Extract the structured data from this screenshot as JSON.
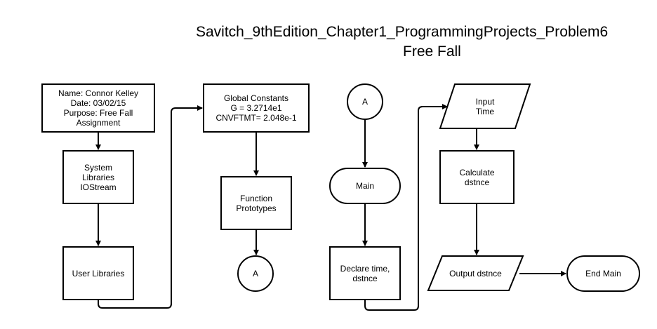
{
  "title": {
    "line1": "Savitch_9thEdition_Chapter1_ProgrammingProjects_Problem6",
    "line2": "Free Fall"
  },
  "nodes": {
    "header": {
      "lines": [
        "Name: Connor Kelley",
        "Date: 03/02/15",
        "Purpose: Free Fall",
        "Assignment"
      ]
    },
    "system_libraries": {
      "lines": [
        "System",
        "Libraries",
        "IOStream"
      ]
    },
    "user_libraries": {
      "lines": [
        "User Libraries"
      ]
    },
    "global_constants": {
      "lines": [
        "Global Constants",
        "G = 3.2714e1",
        "CNVFTMT= 2.048e-1"
      ]
    },
    "function_prototypes": {
      "lines": [
        "Function",
        "Prototypes"
      ]
    },
    "connector_a1": {
      "lines": [
        "A"
      ]
    },
    "connector_a2": {
      "lines": [
        "A"
      ]
    },
    "main": {
      "lines": [
        "Main"
      ]
    },
    "declare": {
      "lines": [
        "Declare time,",
        "dstnce"
      ]
    },
    "input_time": {
      "lines": [
        "Input",
        "Time"
      ]
    },
    "calculate": {
      "lines": [
        "Calculate",
        "dstnce"
      ]
    },
    "output": {
      "lines": [
        "Output dstnce"
      ]
    },
    "end_main": {
      "lines": [
        "End Main"
      ]
    }
  }
}
